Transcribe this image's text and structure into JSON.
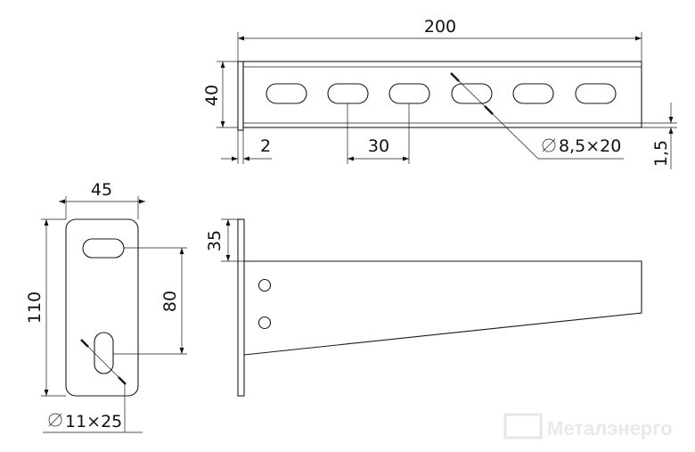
{
  "top_view": {
    "length": "200",
    "height": "40",
    "flange": "2",
    "pitch": "30",
    "slot": "8,5×20",
    "thickness": "1,5"
  },
  "side_plate": {
    "width": "45",
    "height": "110",
    "hole_spacing": "80",
    "slot": "11×25"
  },
  "profile_view": {
    "offset": "35"
  },
  "watermark": "Металэнерго"
}
